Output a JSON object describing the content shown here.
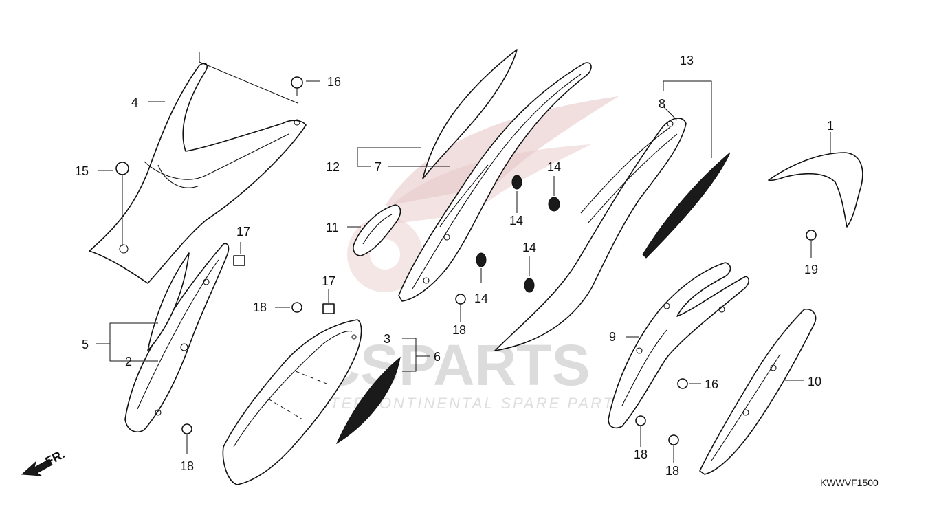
{
  "watermark": {
    "brand": "ICSPARTS",
    "tagline": "INTERCONTINENTAL SPARE PARTS"
  },
  "callouts": {
    "c1": "1",
    "c2": "2",
    "c3": "3",
    "c4": "4",
    "c5": "5",
    "c6": "6",
    "c7": "7",
    "c8": "8",
    "c9": "9",
    "c10": "10",
    "c11": "11",
    "c12": "12",
    "c13": "13",
    "c14a": "14",
    "c14b": "14",
    "c14c": "14",
    "c14d": "14",
    "c15": "15",
    "c16a": "16",
    "c16b": "16",
    "c17a": "17",
    "c17b": "17",
    "c18a": "18",
    "c18b": "18",
    "c18c": "18",
    "c18d": "18",
    "c18e": "18",
    "c19": "19"
  },
  "front_indicator": "FR.",
  "diagram_code": "KWWVF1500"
}
